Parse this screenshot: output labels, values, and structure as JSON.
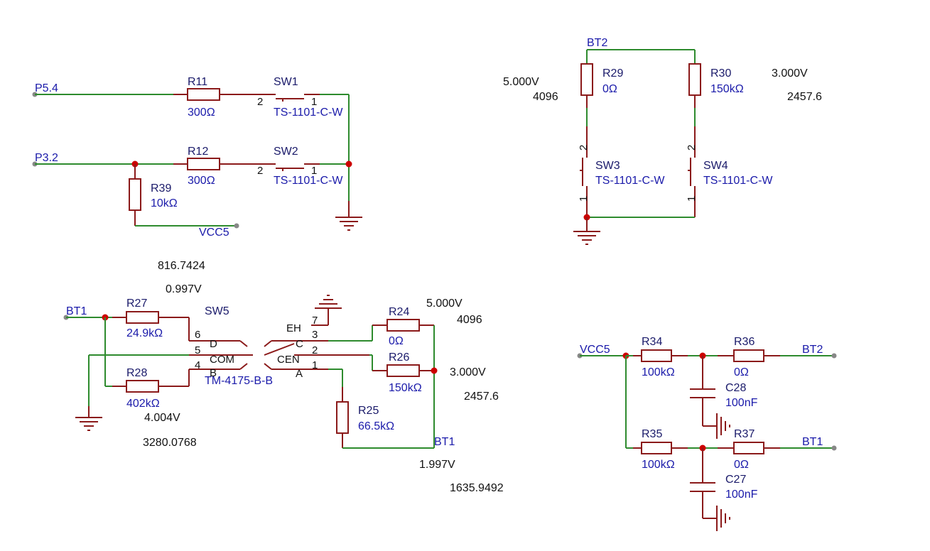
{
  "nets": {
    "p54": "P5.4",
    "p32": "P3.2",
    "vcc5": "VCC5",
    "bt1": "BT1",
    "bt2": "BT2"
  },
  "components": {
    "r11": {
      "ref": "R11",
      "value": "300Ω"
    },
    "r12": {
      "ref": "R12",
      "value": "300Ω"
    },
    "r39": {
      "ref": "R39",
      "value": "10kΩ"
    },
    "sw1": {
      "ref": "SW1",
      "value": "TS-1101-C-W"
    },
    "sw2": {
      "ref": "SW2",
      "value": "TS-1101-C-W"
    },
    "r29": {
      "ref": "R29",
      "value": "0Ω"
    },
    "r30": {
      "ref": "R30",
      "value": "150kΩ"
    },
    "sw3": {
      "ref": "SW3",
      "value": "TS-1101-C-W"
    },
    "sw4": {
      "ref": "SW4",
      "value": "TS-1101-C-W"
    },
    "r27": {
      "ref": "R27",
      "value": "24.9kΩ"
    },
    "r28": {
      "ref": "R28",
      "value": "402kΩ"
    },
    "sw5": {
      "ref": "SW5",
      "value": "TM-4175-B-B"
    },
    "r24": {
      "ref": "R24",
      "value": "0Ω"
    },
    "r26": {
      "ref": "R26",
      "value": "150kΩ"
    },
    "r25": {
      "ref": "R25",
      "value": "66.5kΩ"
    },
    "r34": {
      "ref": "R34",
      "value": "100kΩ"
    },
    "r36": {
      "ref": "R36",
      "value": "0Ω"
    },
    "r35": {
      "ref": "R35",
      "value": "100kΩ"
    },
    "r37": {
      "ref": "R37",
      "value": "0Ω"
    },
    "c28": {
      "ref": "C28",
      "value": "100nF"
    },
    "c27": {
      "ref": "C27",
      "value": "100nF"
    }
  },
  "pins": {
    "one": "1",
    "two": "2",
    "three": "3",
    "four": "4",
    "five": "5",
    "six": "6",
    "seven": "7"
  },
  "sw5_labels": {
    "d": "D",
    "com": "COM",
    "b": "B",
    "eh": "EH",
    "c": "C",
    "cen": "CEN",
    "a": "A"
  },
  "probes": {
    "bt2_left_v": "5.000V",
    "bt2_left_adc": "4096",
    "bt2_right_v": "3.000V",
    "bt2_right_adc": "2457.6",
    "sw5_top_adc": "816.7424",
    "sw5_top_v": "0.997V",
    "r24_v": "5.000V",
    "r24_adc": "4096",
    "r26_v": "3.000V",
    "r26_adc": "2457.6",
    "r28_v": "4.004V",
    "r28_adc": "3280.0768",
    "bt1_v": "1.997V",
    "bt1_adc": "1635.9492"
  }
}
